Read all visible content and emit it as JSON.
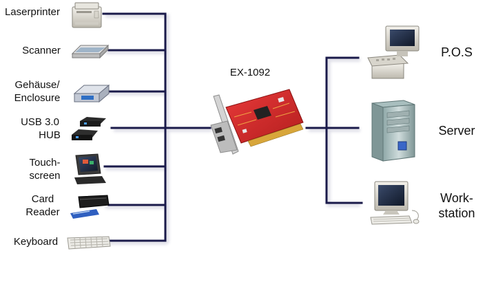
{
  "card": {
    "label": "EX-1092"
  },
  "left_devices": [
    {
      "lines": [
        "Laserprinter"
      ],
      "icon": "laser-printer-icon"
    },
    {
      "lines": [
        "Scanner"
      ],
      "icon": "scanner-icon"
    },
    {
      "lines": [
        "Gehäuse/",
        "Enclosure"
      ],
      "icon": "drive-enclosure-icon"
    },
    {
      "lines": [
        "USB 3.0",
        "HUB"
      ],
      "icon": "usb-hub-icon"
    },
    {
      "lines": [
        "Touch-",
        "screen"
      ],
      "icon": "touchscreen-icon"
    },
    {
      "lines": [
        "Card",
        "Reader"
      ],
      "icon": "card-reader-icon"
    },
    {
      "lines": [
        "Keyboard"
      ],
      "icon": "keyboard-icon"
    }
  ],
  "right_devices": [
    {
      "lines": [
        "P.O.S"
      ],
      "icon": "pos-terminal-icon"
    },
    {
      "lines": [
        "Server"
      ],
      "icon": "server-tower-icon"
    },
    {
      "lines": [
        "Work-",
        "station"
      ],
      "icon": "workstation-icon"
    }
  ],
  "colors": {
    "connector_line": "#1a1a4a",
    "card_pcb": "#d42a2a",
    "bracket": "#c8c8c8"
  }
}
